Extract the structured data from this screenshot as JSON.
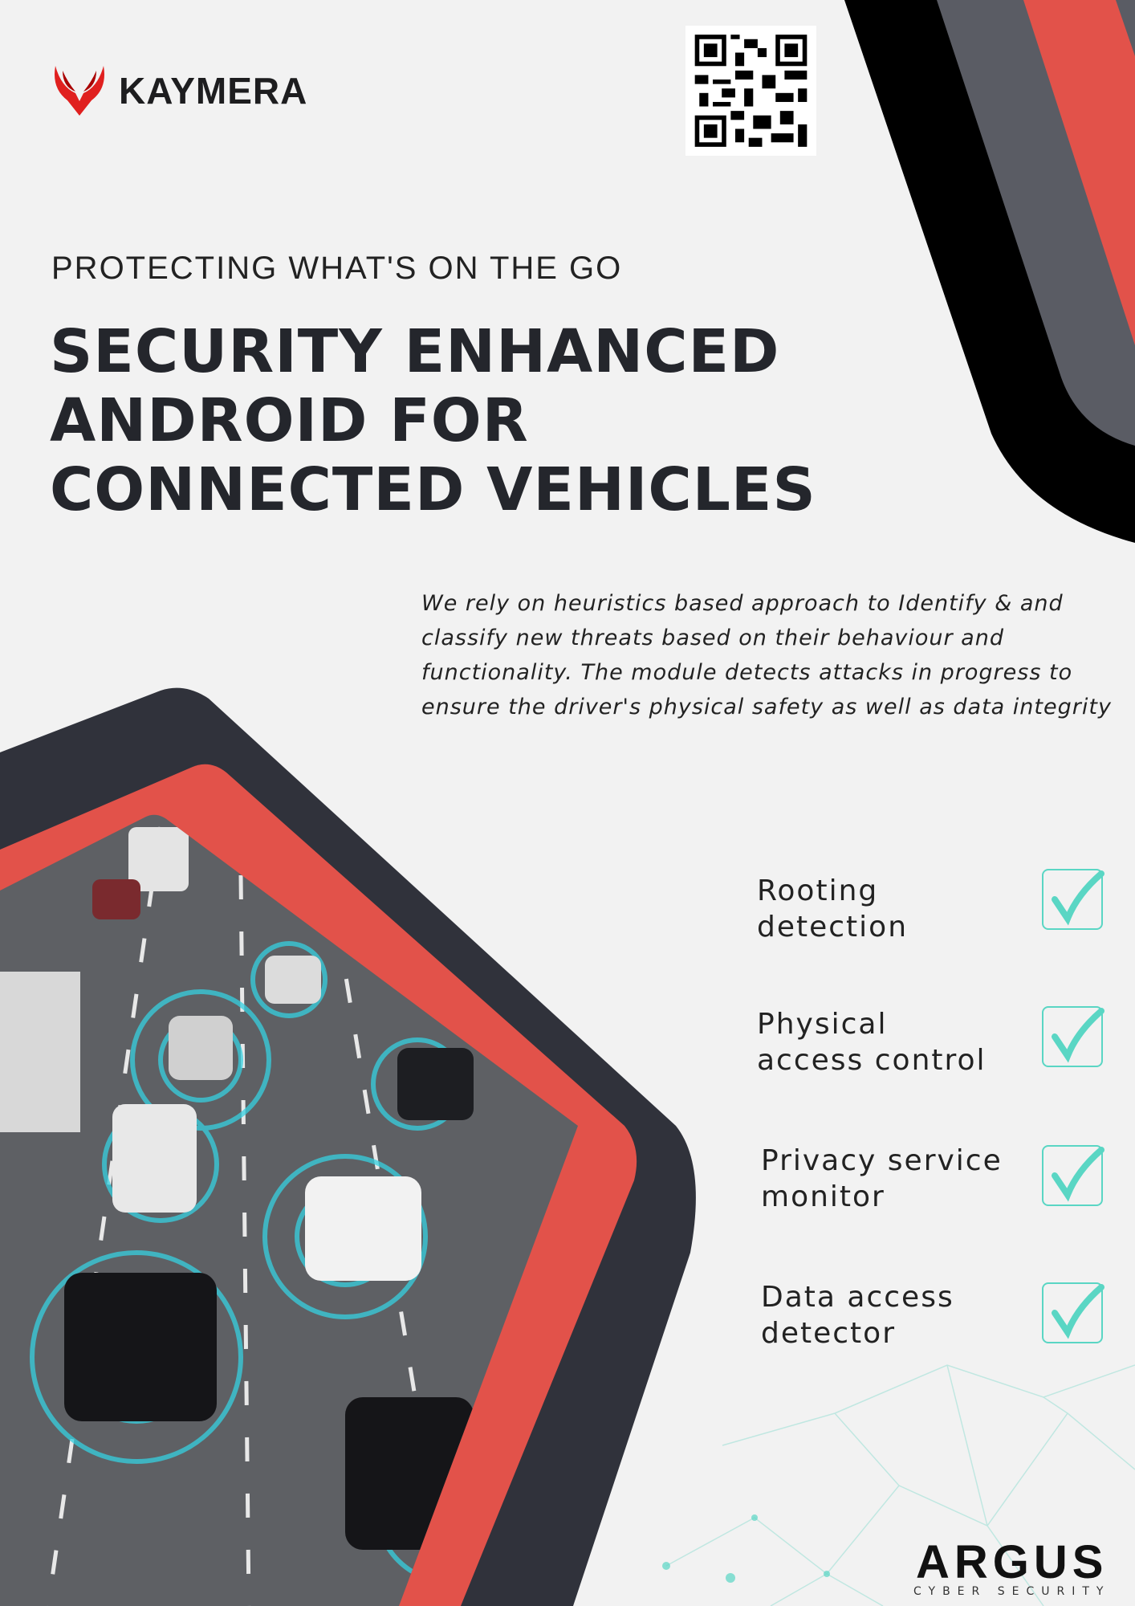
{
  "brand": {
    "name": "KAYMERA",
    "logo_icon": "phoenix-icon",
    "accent": "#e0201f"
  },
  "qr": {
    "icon": "qr-code-icon"
  },
  "header": {
    "subtitle": "PROTECTING WHAT'S ON THE GO",
    "title_lines": [
      "SECURITY ENHANCED",
      "ANDROID FOR",
      "CONNECTED VEHICLES"
    ]
  },
  "description": "We rely on heuristics based approach to Identify & and classify new threats based on their behaviour and functionality. The module detects attacks in progress to ensure the driver's physical safety as well as data integrity",
  "features": [
    {
      "line1": "Rooting",
      "line2": "detection",
      "icon": "checkbox-checked-icon"
    },
    {
      "line1": "Physical",
      "line2": "access control",
      "icon": "checkbox-checked-icon"
    },
    {
      "line1": "Privacy service",
      "line2": "monitor",
      "icon": "checkbox-checked-icon"
    },
    {
      "line1": "Data access",
      "line2": "detector",
      "icon": "checkbox-checked-icon"
    }
  ],
  "partner": {
    "name": "ARGUS",
    "tagline": "CYBER SECURITY"
  },
  "colors": {
    "dark": "#30323b",
    "red": "#e2524a",
    "grey": "#5a5c64",
    "black": "#000000",
    "teal": "#5ad6c4",
    "background": "#f2f2f2"
  }
}
